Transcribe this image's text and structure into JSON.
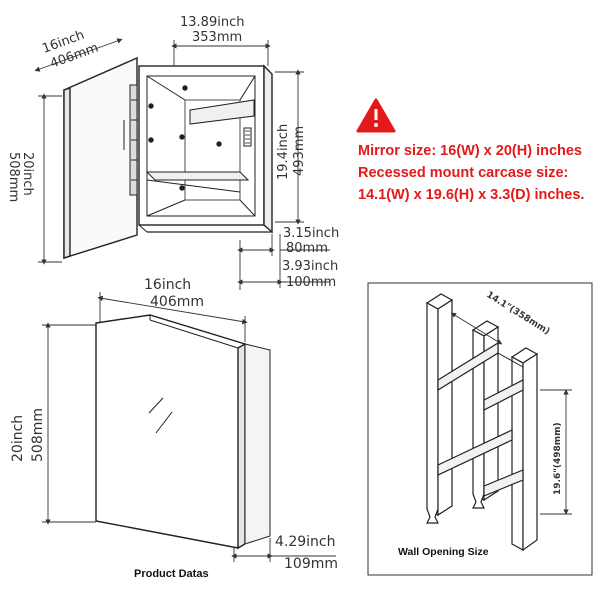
{
  "warning": {
    "icon": "warning-triangle-icon",
    "color": "#e21a1a",
    "line1": "Mirror size: 16(W) x 20(H) inches",
    "line2": "Recessed mount carcase size:",
    "line3": "14.1(W) x 19.6(H) x 3.3(D) inches."
  },
  "open_view": {
    "door_width_in": "16inch",
    "door_width_mm": "406mm",
    "door_height_in": "20inch",
    "door_height_mm": "508mm",
    "carcase_width_in": "13.89inch",
    "carcase_width_mm": "353mm",
    "carcase_height_in": "19.4inch",
    "carcase_height_mm": "493mm",
    "inner_depth_in": "3.15inch",
    "inner_depth_mm": "80mm",
    "outer_depth_in": "3.93inch",
    "outer_depth_mm": "100mm"
  },
  "closed_view": {
    "width_in": "16inch",
    "width_mm": "406mm",
    "height_in": "20inch",
    "height_mm": "508mm",
    "depth_in": "4.29inch",
    "depth_mm": "109mm",
    "caption": "Product Datas"
  },
  "wall_opening": {
    "width_label": "14.1\"(358mm)",
    "height_label": "19.6\"(498mm)",
    "caption": "Wall  Opening  Size"
  }
}
